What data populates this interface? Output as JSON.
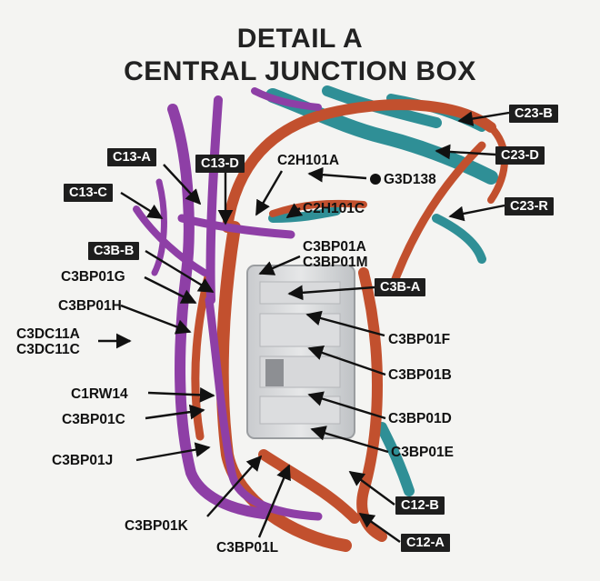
{
  "title": {
    "line1": "DETAIL A",
    "line2": "CENTRAL JUNCTION BOX"
  },
  "callouts": {
    "c23b": "C23-B",
    "c23d": "C23-D",
    "c23r": "C23-R",
    "c13a": "C13-A",
    "c13d": "C13-D",
    "c13c": "C13-C",
    "c2h101a": "C2H101A",
    "g3d138": "G3D138",
    "c2h101c": "C2H101C",
    "c3bb": "C3B-B",
    "c3bp01a": "C3BP01A",
    "c3bp01m": "C3BP01M",
    "c3bp01g": "C3BP01G",
    "c3ba": "C3B-A",
    "c3bp01h": "C3BP01H",
    "c3dc11a": "C3DC11A",
    "c3dc11c": "C3DC11C",
    "c3bp01f": "C3BP01F",
    "c3bp01b": "C3BP01B",
    "c1rw14": "C1RW14",
    "c3bp01d": "C3BP01D",
    "c3bp01c": "C3BP01C",
    "c3bp01e": "C3BP01E",
    "c3bp01j": "C3BP01J",
    "c12b": "C12-B",
    "c3bp01k": "C3BP01K",
    "c12a": "C12-A",
    "c3bp01l": "C3BP01L"
  },
  "colors": {
    "purple_harness": "#8e3fa6",
    "orange_harness": "#c2502e",
    "teal_harness": "#2f8f96",
    "junction_box": "#d4d6d8",
    "label_box": "#1e1e1e"
  }
}
